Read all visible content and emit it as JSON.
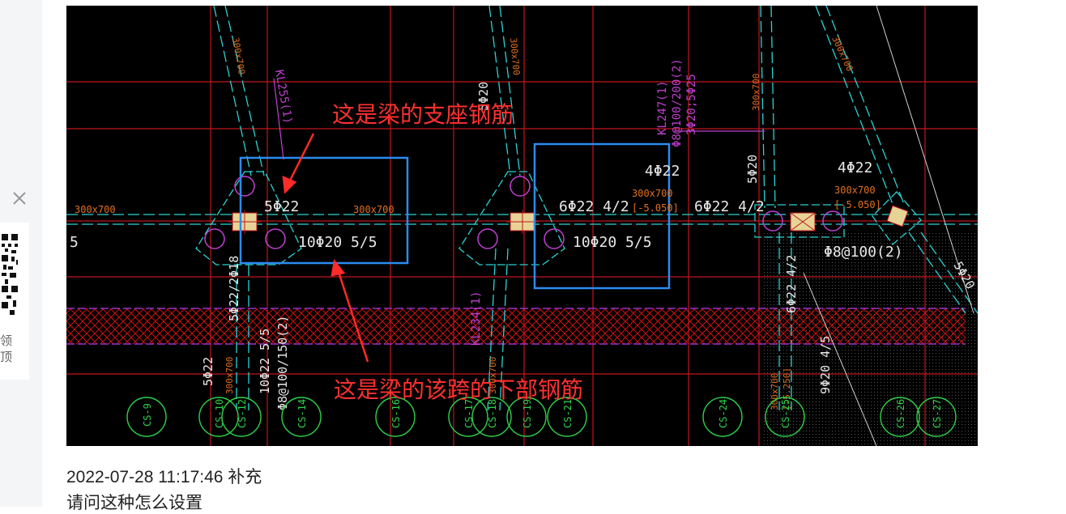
{
  "sidebar": {
    "close_icon": "close-icon",
    "qr_icon": "qr-code-icon",
    "qr_text": "领\n顶"
  },
  "drawing": {
    "beam_labels": [
      "300x700",
      "300x700",
      "300x700",
      "300x700",
      "300x700",
      "300x700",
      "300x700",
      "300x700",
      "300x700"
    ],
    "bar_labels": {
      "top_left": "5Φ22",
      "bottom_left": "10Φ20 5/5",
      "top_mid": "4Φ22",
      "mid_span": "6Φ22 4/2",
      "bottom_mid": "10Φ20 5/5",
      "elev_mid": "[-5.050]",
      "top_right": "4Φ22",
      "mid_right": "6Φ22 4/2",
      "elev_right": "[-5.050]",
      "stirrup_right": "Φ8@100(2)",
      "vert_1": "5Φ22/2Φ18",
      "vert_2": "5Φ22",
      "vert_3": "10Φ22 5/5",
      "vert_4": "Φ8@100/150(2)",
      "vert_5": "5Φ20",
      "vert_6": "6Φ22 4/2",
      "vert_7": "9Φ20 4/5",
      "vert_8": "[-5.250]",
      "kl_1": "KL255(1)",
      "kl_2": "KL247(1)",
      "kl_2b": "Φ8@100/200(2)",
      "kl_2c": "3Φ20;5Φ25",
      "kl_3": "KL234(1)",
      "vert_9": "300x700",
      "vert_10": "5Φ20",
      "vert_11": "300x700",
      "vert_12": "5Φ20"
    },
    "annotation_top": "这是梁的支座钢筋",
    "annotation_bottom": "这是梁的该跨的下部钢筋",
    "piles": [
      "CS-9",
      "CS-10",
      "CS-12",
      "CS-14",
      "CS-16",
      "CS-17",
      "CS-18",
      "CS-19",
      "CS-21",
      "CS-24",
      "CS-25",
      "CS-26",
      "CS-27"
    ]
  },
  "post": {
    "supplement_meta": "2022-07-28 11:17:46 补充",
    "question": "请问这种怎么设置"
  }
}
